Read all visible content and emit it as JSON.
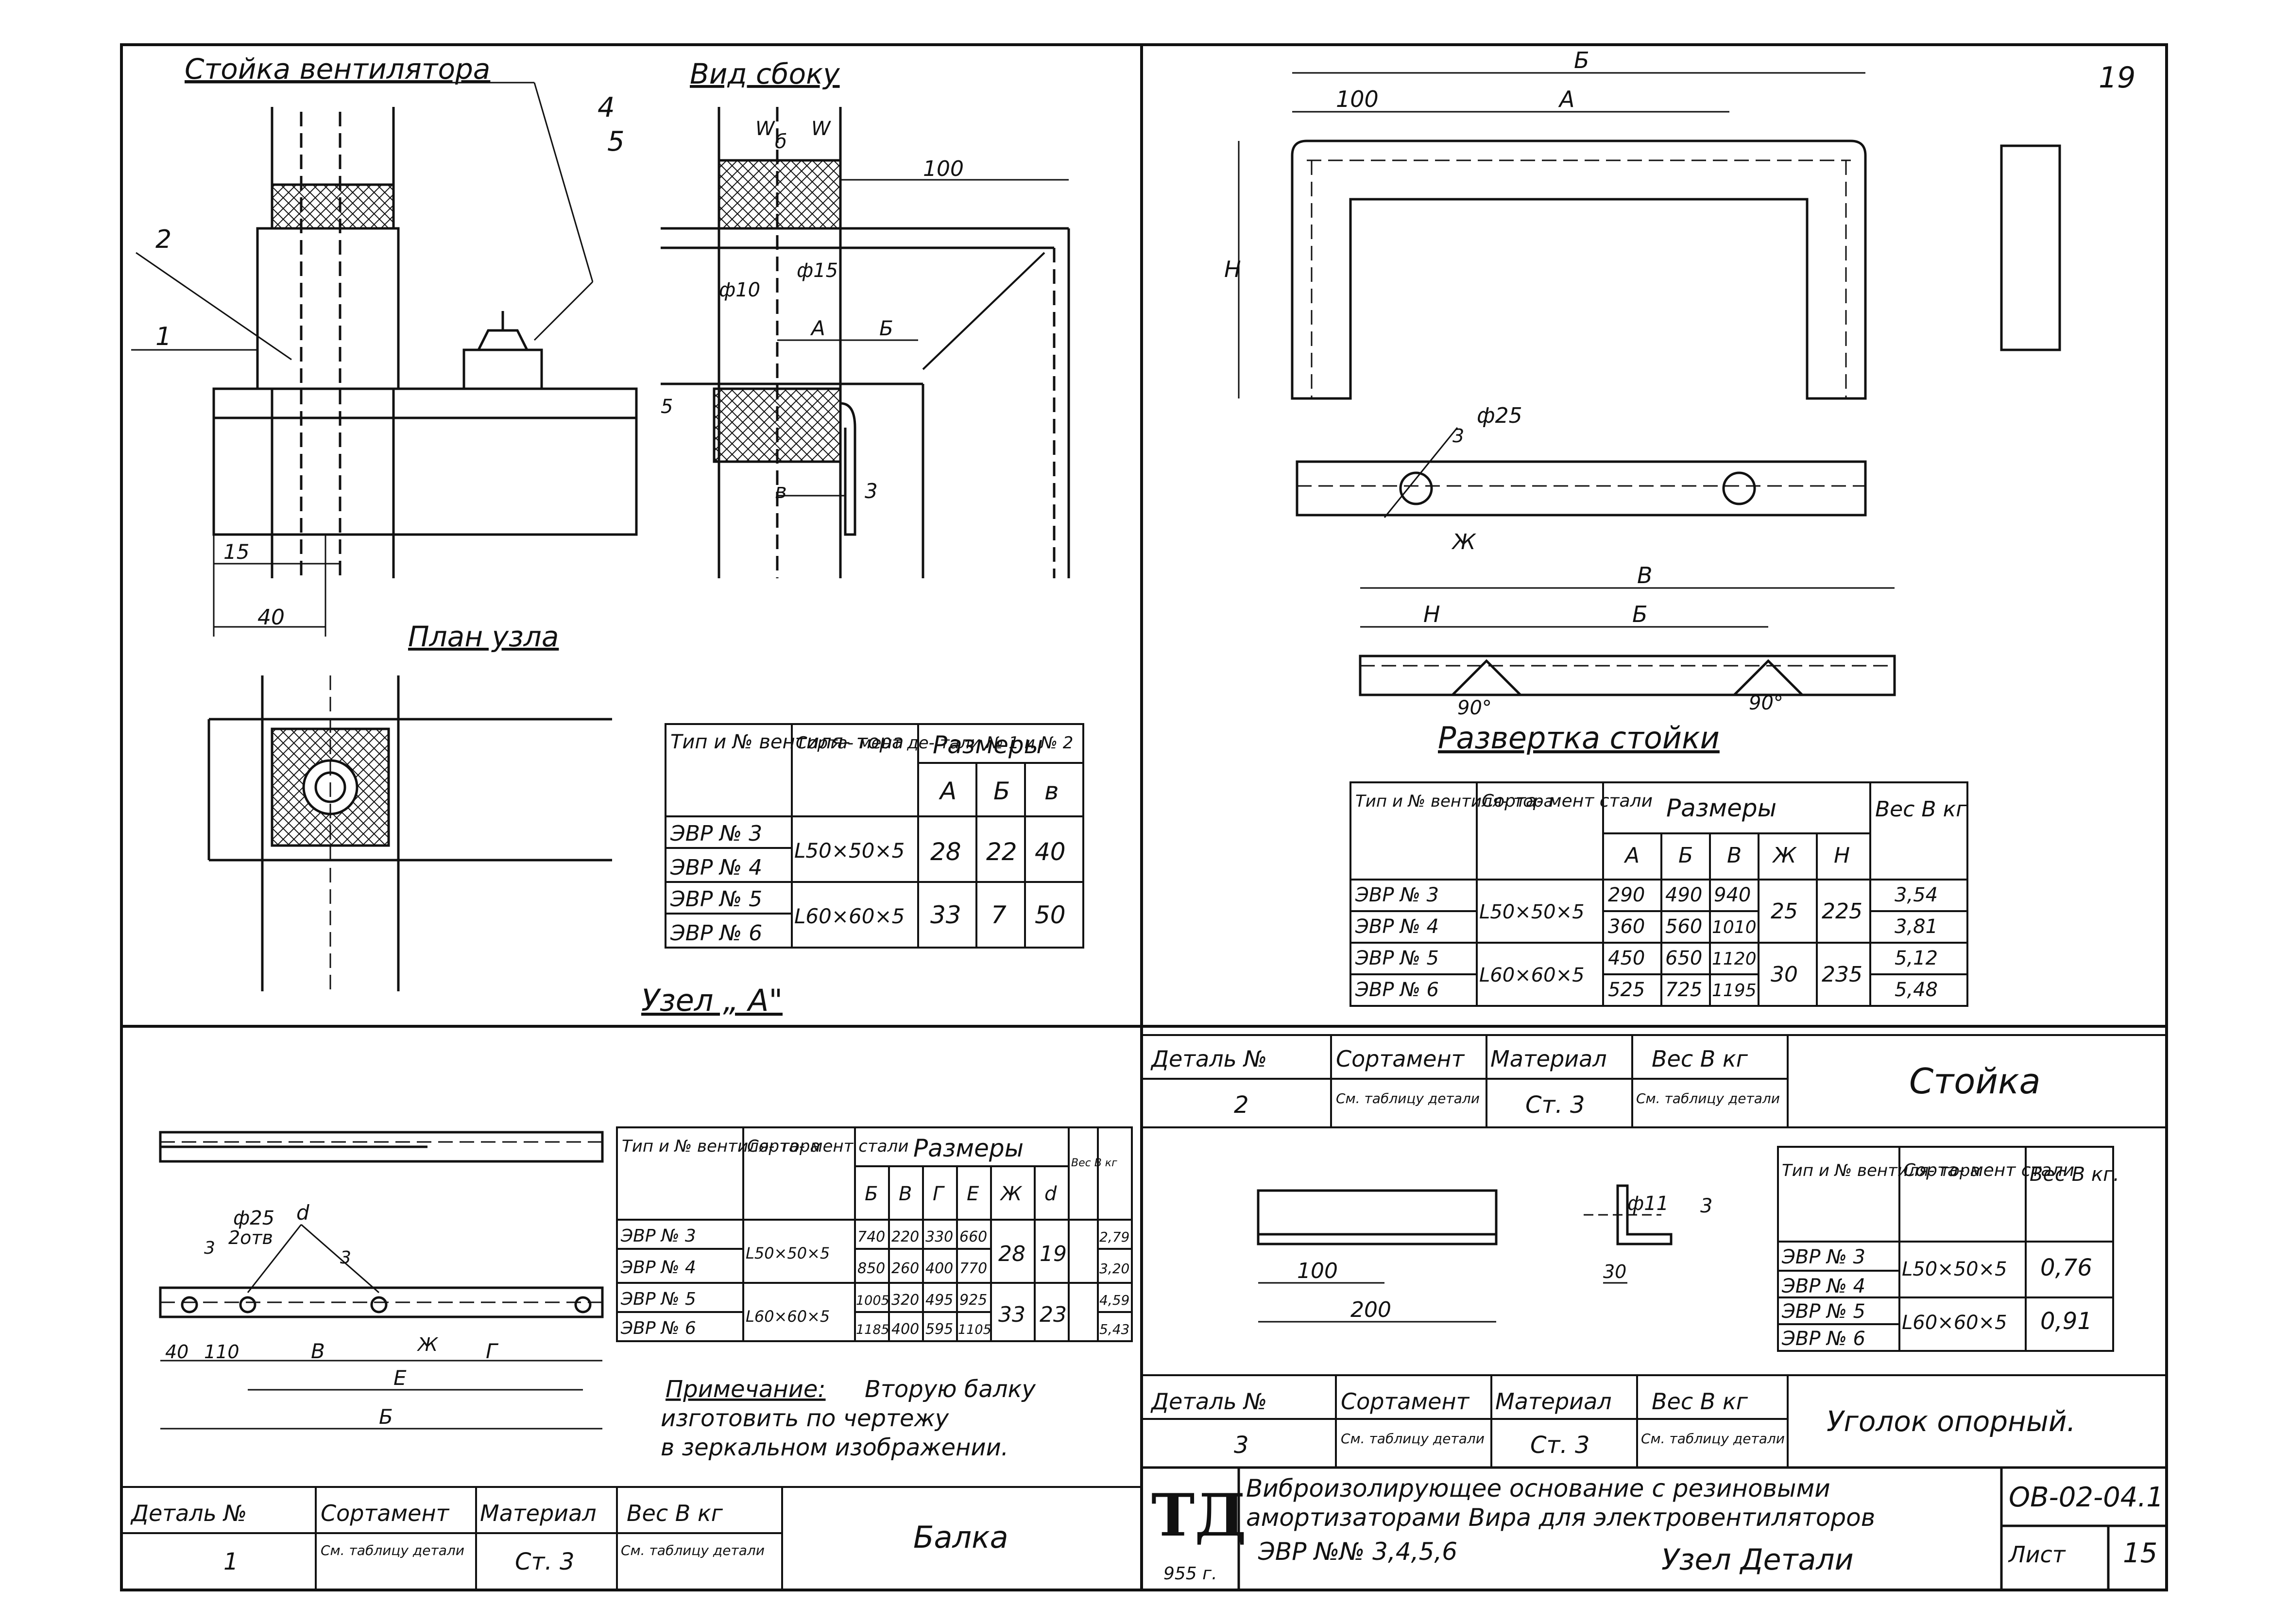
{
  "sheet": {
    "page_number": "19",
    "top_left": {
      "labels": {
        "stand_title": "Стойка вентилятора",
        "side_view_title": "Вид сбоку",
        "plan_title": "План узла",
        "node_title": "Узел „ A\"",
        "callouts": [
          "1",
          "2",
          "4",
          "5"
        ],
        "dims": [
          "15",
          "40",
          "100",
          "W",
          "б",
          "W",
          "ф10",
          "ф15",
          "A",
          "Б",
          "5",
          "в",
          "3"
        ]
      },
      "table": {
        "headers": [
          "Тип и № вентиля- тора",
          "Сорта- мент де- тали № 1 и № 2",
          "Размеры",
          "A",
          "Б",
          "в"
        ],
        "rows": [
          {
            "types": [
              "ЭВР № 3",
              "ЭВР № 4"
            ],
            "profile": "L50×50×5",
            "A": "28",
            "B": "22",
            "v": "40"
          },
          {
            "types": [
              "ЭВР № 5",
              "ЭВР № 6"
            ],
            "profile": "L60×60×5",
            "A": "33",
            "B": "7",
            "v": "50"
          }
        ]
      }
    },
    "top_right": {
      "labels": {
        "dims_top": [
          "Б",
          "100",
          "A",
          "H"
        ],
        "hole": "ф25",
        "weld": "3",
        "zh": "Ж",
        "dev_dims": [
          "В",
          "H",
          "Б"
        ],
        "angle1": "90°",
        "angle2": "90°",
        "dev_title": "Развертка стойки"
      },
      "table": {
        "headers": [
          "Тип и № вентиля- тора",
          "Сорта- мент стали",
          "Размеры",
          "A",
          "Б",
          "В",
          "Ж",
          "H",
          "Вес В кг"
        ],
        "rows": [
          {
            "type": "ЭВР № 3",
            "A": "290",
            "B": "490",
            "V": "940",
            "w": "3,54"
          },
          {
            "type": "ЭВР № 4",
            "A": "360",
            "B": "560",
            "V": "1010",
            "w": "3,81"
          },
          {
            "type": "ЭВР № 5",
            "A": "450",
            "B": "650",
            "V": "1120",
            "w": "5,12"
          },
          {
            "type": "ЭВР № 6",
            "A": "525",
            "B": "725",
            "V": "1195",
            "w": "5,48"
          }
        ],
        "profiles": [
          "L50×50×5",
          "L60×60×5"
        ],
        "zh": [
          "25",
          "30"
        ],
        "h": [
          "225",
          "235"
        ]
      }
    },
    "detail2": {
      "headers": [
        "Деталь №",
        "Сортамент",
        "Материал",
        "Вес В кг"
      ],
      "values": [
        "2",
        "См. таблицу детали",
        "Ст. 3",
        "См. таблицу детали"
      ],
      "name": "Стойка"
    },
    "angle_part": {
      "dims": [
        "100",
        "200",
        "ф11",
        "3",
        "30"
      ],
      "table": {
        "headers": [
          "Тип и № вентиля- тора",
          "Сорта- мент стали",
          "Вес В кг."
        ],
        "rows": [
          {
            "types": [
              "ЭВР № 3",
              "ЭВР № 4"
            ],
            "profile": "L50×50×5",
            "w": "0,76"
          },
          {
            "types": [
              "ЭВР № 5",
              "ЭВР № 6"
            ],
            "profile": "L60×60×5",
            "w": "0,91"
          }
        ]
      }
    },
    "detail3": {
      "headers": [
        "Деталь №",
        "Сортамент",
        "Материал",
        "Вес В кг"
      ],
      "values": [
        "3",
        "См. таблицу детали",
        "Ст. 3",
        "См. таблицу детали"
      ],
      "name": "Уголок опорный."
    },
    "beam": {
      "dims": [
        "ф25",
        "2отв",
        "d",
        "3",
        "3",
        "40",
        "110",
        "В",
        "Ж",
        "Г",
        "Е",
        "Б"
      ],
      "table": {
        "headers": [
          "Тип и № вентиля- тора",
          "Сорта- мент стали",
          "Размеры",
          "Б",
          "В",
          "Г",
          "Е",
          "Ж",
          "d",
          "Вес В кг"
        ],
        "rows": [
          {
            "type": "ЭВР № 3",
            "B": "740",
            "V": "220",
            "G": "330",
            "E": "660",
            "w": "2,79"
          },
          {
            "type": "ЭВР № 4",
            "B": "850",
            "V": "260",
            "G": "400",
            "E": "770",
            "w": "3,20"
          },
          {
            "type": "ЭВР № 5",
            "B": "1005",
            "V": "320",
            "G": "495",
            "E": "925",
            "w": "4,59"
          },
          {
            "type": "ЭВР № 6",
            "B": "1185",
            "V": "400",
            "G": "595",
            "E": "1105",
            "w": "5,43"
          }
        ],
        "profiles": [
          "L50×50×5",
          "L60×60×5"
        ],
        "zh": [
          "28",
          "33"
        ],
        "d": [
          "19",
          "23"
        ]
      },
      "note_label": "Примечание:",
      "note_text_1": "Вторую балку",
      "note_text_2": "изготовить по чертежу",
      "note_text_3": "в зеркальном изображении."
    },
    "detail1": {
      "headers": [
        "Деталь №",
        "Сортамент",
        "Материал",
        "Вес В кг"
      ],
      "values": [
        "1",
        "См. таблицу детали",
        "Ст. 3",
        "См. таблицу детали"
      ],
      "name": "Балка"
    },
    "title_block": {
      "logo": "ТД",
      "year": "955 г.",
      "title_line1": "Виброизолирующее основание с резиновыми",
      "title_line2": "амортизаторами Вира для электровентиляторов",
      "title_line3": "ЭВР №№ 3,4,5,6",
      "subtitle": "Узел Детали",
      "code": "ОВ-02-04.1",
      "sheet_label": "Лист",
      "sheet_no": "15"
    }
  }
}
